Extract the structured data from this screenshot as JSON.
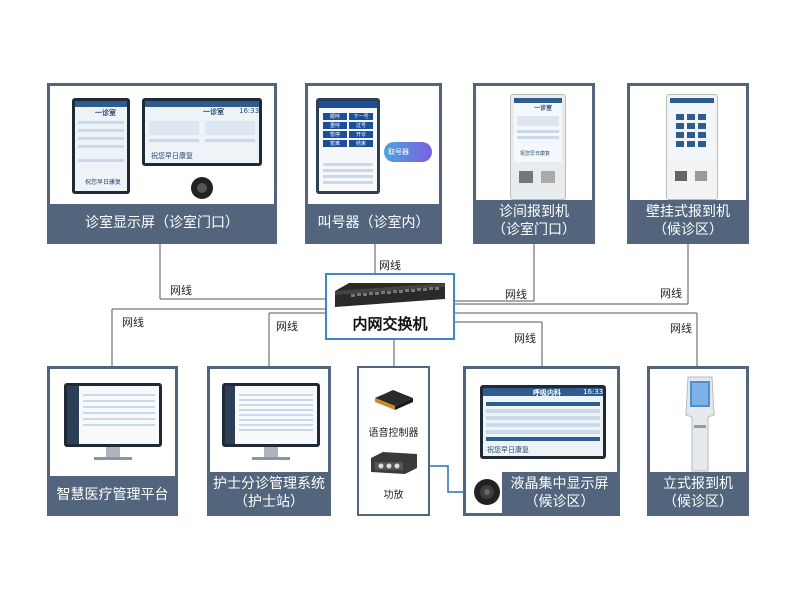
{
  "switch": {
    "label": "内网交换机"
  },
  "wire_label": "网线",
  "top_devices": [
    {
      "id": "clinic-display",
      "caption": [
        "诊室显示屏（诊室门口）"
      ],
      "screen_text": "祝您早日康复",
      "room": "一诊室",
      "time": "16:33"
    },
    {
      "id": "caller",
      "caption": [
        "叫号器（诊室内）"
      ],
      "buttons": [
        "顺呼",
        "下一号",
        "重呼",
        "过号",
        "暂停",
        "开诊",
        "暂离",
        "结束"
      ],
      "bubble": "取号器"
    },
    {
      "id": "consult-checkin",
      "caption": [
        "诊间报到机",
        "（诊室门口）"
      ],
      "screen_text": "祝您早日康复",
      "room": "一诊室"
    },
    {
      "id": "wall-checkin",
      "caption": [
        "壁挂式报到机",
        "（候诊区）"
      ]
    }
  ],
  "bottom_devices": [
    {
      "id": "smart-medical",
      "caption": [
        "智慧医疗管理平台"
      ]
    },
    {
      "id": "nurse-triage",
      "caption": [
        "护士分诊管理系统",
        "（护士站）"
      ]
    },
    {
      "id": "audio",
      "voice_controller": "语音控制器",
      "amplifier": "功放"
    },
    {
      "id": "lcd-display",
      "caption": [
        "液晶集中显示屏",
        "（候诊区）"
      ],
      "dept": "呼吸内科",
      "time": "16:33",
      "screen_text": "祝您早日康复"
    },
    {
      "id": "standing-checkin",
      "caption": [
        "立式报到机",
        "（候诊区）"
      ]
    }
  ]
}
